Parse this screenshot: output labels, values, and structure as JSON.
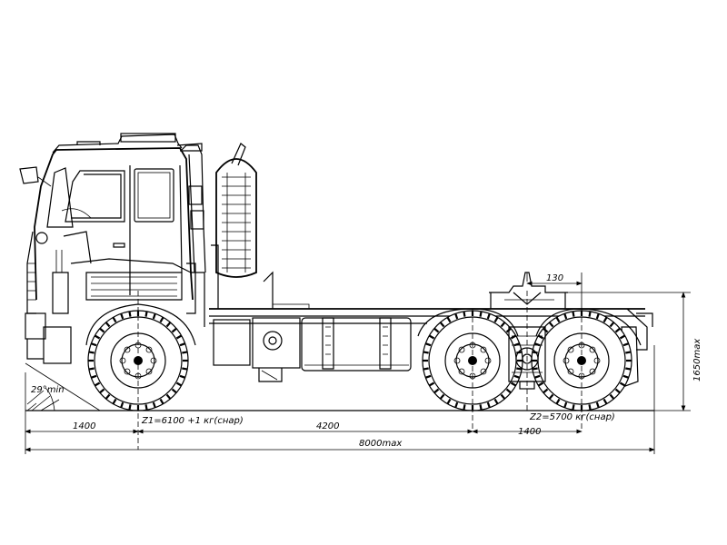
{
  "dimensions": {
    "front_overhang": "1400",
    "wheelbase": "4200",
    "rear_bogie": "1400",
    "overall_length": "8000max",
    "fifth_wheel_height": "1650max",
    "fifth_wheel_offset": "130",
    "approach_angle": "29°min"
  },
  "axle_loads": {
    "front": "Z1=6100 +1 кг(снар)",
    "rear": "Z2=5700 кг(снар)"
  }
}
